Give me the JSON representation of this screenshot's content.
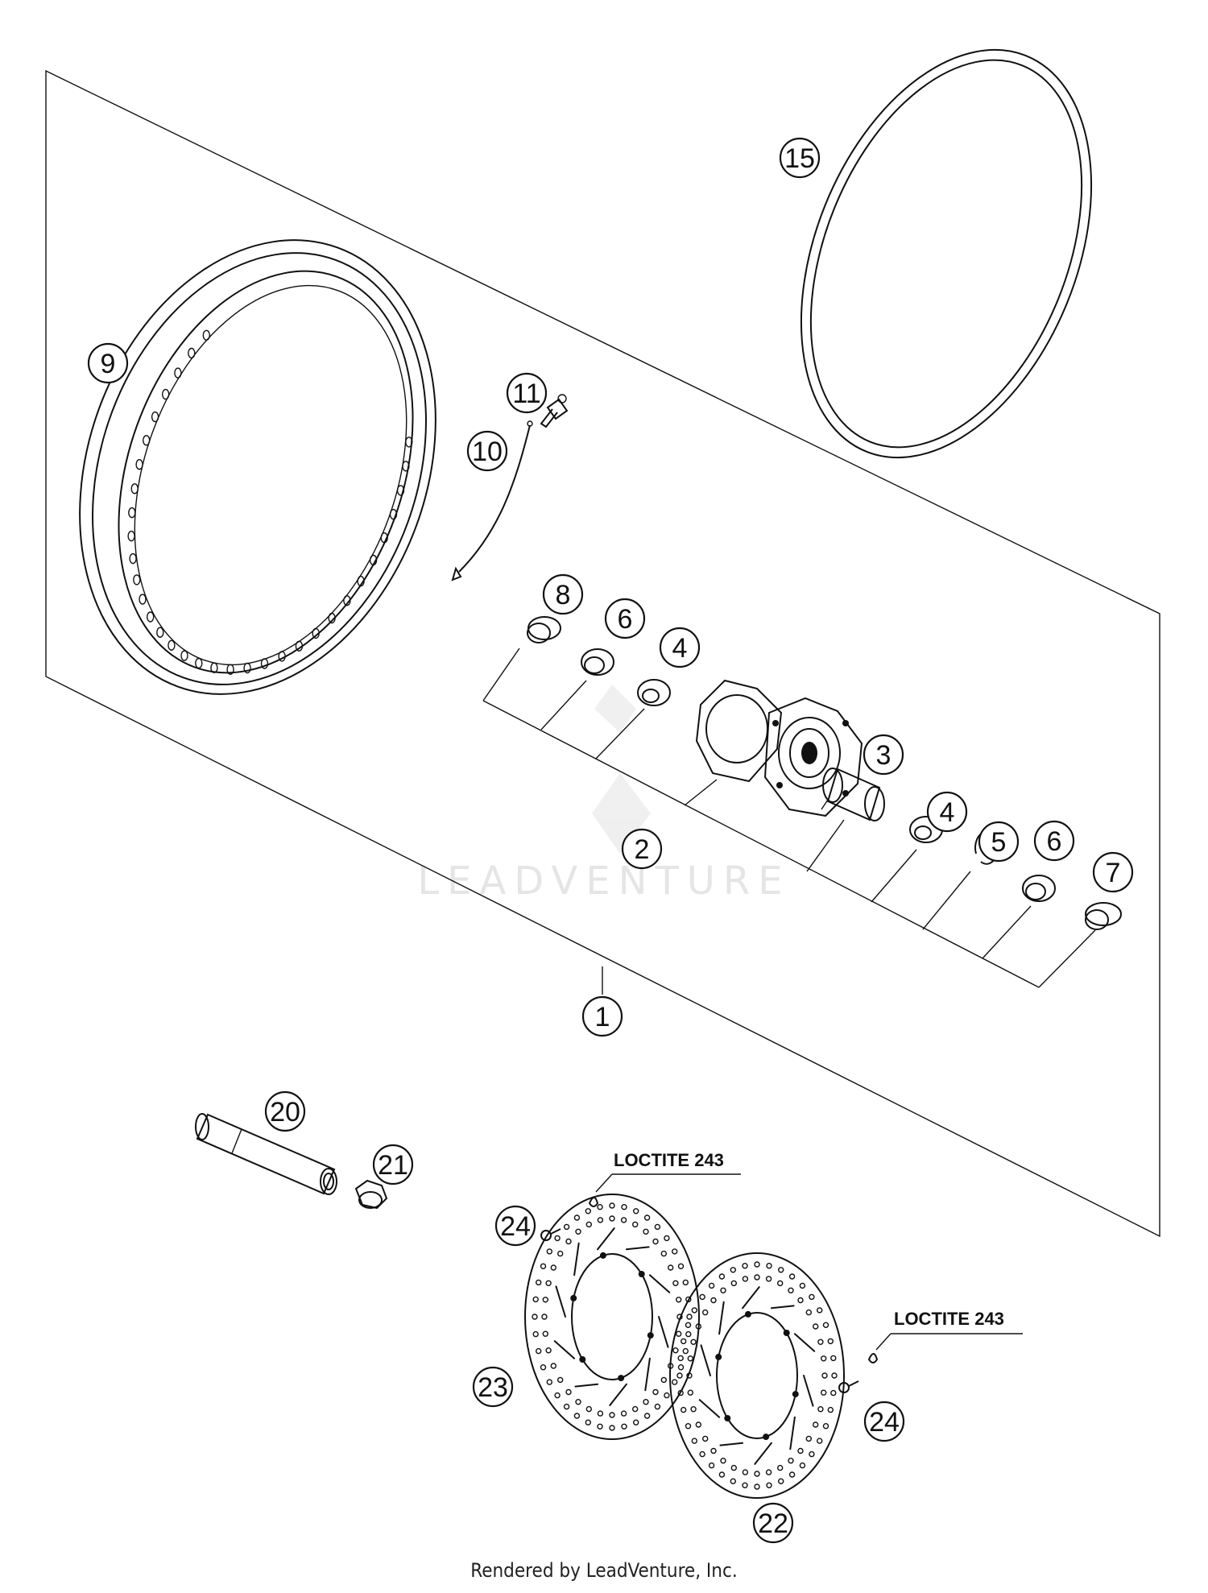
{
  "callouts": {
    "c1": "1",
    "c2": "2",
    "c3": "3",
    "c4a": "4",
    "c4b": "4",
    "c5": "5",
    "c6a": "6",
    "c6b": "6",
    "c7": "7",
    "c8": "8",
    "c9": "9",
    "c10": "10",
    "c11": "11",
    "c15": "15",
    "c20": "20",
    "c21": "21",
    "c22": "22",
    "c23": "23",
    "c24a": "24",
    "c24b": "24"
  },
  "notes": {
    "loctite_a": "LOCTITE 243",
    "loctite_b": "LOCTITE 243"
  },
  "watermark": "LEADVENTURE",
  "footer": "Rendered by LeadVenture, Inc."
}
